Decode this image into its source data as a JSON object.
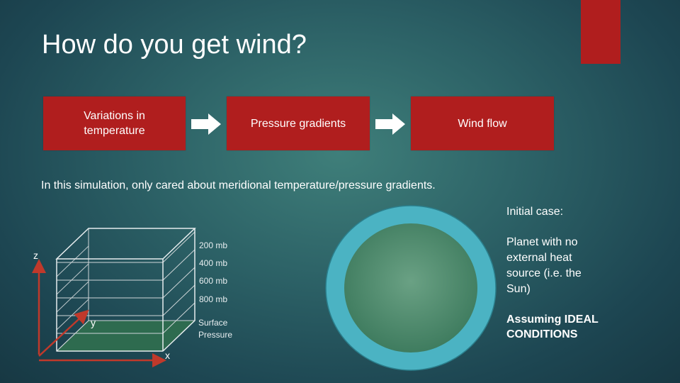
{
  "slide": {
    "title": "How do you get wind?",
    "accent_color": "#b01e1e"
  },
  "flow": {
    "steps": [
      {
        "label": "Variations in\ntemperature"
      },
      {
        "label": "Pressure gradients"
      },
      {
        "label": "Wind flow"
      }
    ],
    "box_color": "#b01e1e",
    "arrow_icon": "right-arrow-icon"
  },
  "subtitle": "In this simulation, only cared about meridional temperature/pressure gradients.",
  "cube": {
    "levels": [
      "200 mb",
      "400 mb",
      "600 mb",
      "800 mb"
    ],
    "surface_label": "Surface\nPressure",
    "axes": {
      "x": "x",
      "y": "y",
      "z": "z"
    },
    "surface_color": "#2e6b4f",
    "axis_color": "#c0392b"
  },
  "planet": {
    "outer_color": "#4bb3c3",
    "inner_color": "#4f8f6e"
  },
  "right_panel": {
    "initial_case": "Initial case:",
    "planet_text": "Planet with no external heat source (i.e. the Sun)",
    "assumption": "Assuming IDEAL CONDITIONS"
  }
}
